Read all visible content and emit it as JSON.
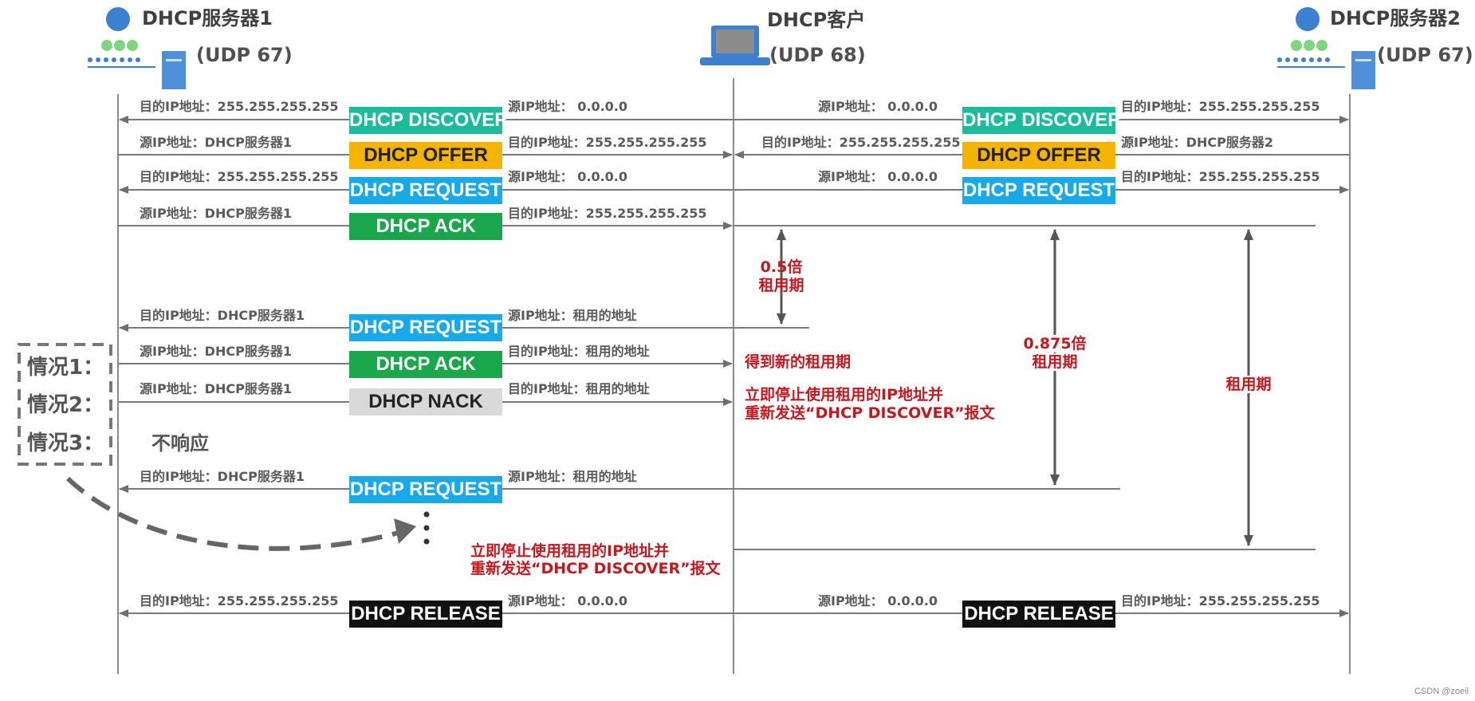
{
  "nodes": {
    "server1": {
      "title": "DHCP服务器1",
      "port": "(UDP 67)",
      "icon": "server-network-icon"
    },
    "client": {
      "title": "DHCP客户",
      "port": "(UDP 68)",
      "icon": "laptop-icon"
    },
    "server2": {
      "title": "DHCP服务器2",
      "port": "(UDP 67)",
      "icon": "server-network-icon"
    }
  },
  "messages": {
    "discover": "DHCP DISCOVER",
    "offer": "DHCP OFFER",
    "request": "DHCP REQUEST",
    "ack": "DHCP ACK",
    "nack": "DHCP NACK",
    "release": "DHCP RELEASE"
  },
  "labels": {
    "dst_broadcast": "目的IP地址：255.255.255.255",
    "src_zero": "源IP地址：  0.0.0.0",
    "src_server1": "源IP地址：DHCP服务器1",
    "src_server2": "源IP地址：DHCP服务器2",
    "dst_server1": "目的IP地址：DHCP服务器1",
    "src_leased": "源IP地址：租用的地址",
    "dst_leased": "目的IP地址：租用的地址"
  },
  "annotations": {
    "half_lease_1": "0.5倍",
    "half_lease_2": "租用期",
    "t875_1": "0.875倍",
    "t875_2": "租用期",
    "lease": "租用期",
    "new_lease": "得到新的租用期",
    "stop_1": "立即停止使用租用的IP地址并",
    "stop_2": "重新发送“DHCP DISCOVER”报文",
    "stop2_1": "立即停止使用租用的IP地址并",
    "stop2_2": "重新发送“DHCP DISCOVER”报文",
    "no_response": "不响应"
  },
  "cases": [
    "情况1：",
    "情况2：",
    "情况3："
  ],
  "credit": "CSDN @zoeil",
  "colors": {
    "discover": "#1abc9c",
    "offer": "#f5b400",
    "request": "#17a9e8",
    "ack": "#1aa64a",
    "nack": "#d9d9d9",
    "release": "#111111",
    "annotation": "#c8161d",
    "line": "#7a7a7a"
  }
}
